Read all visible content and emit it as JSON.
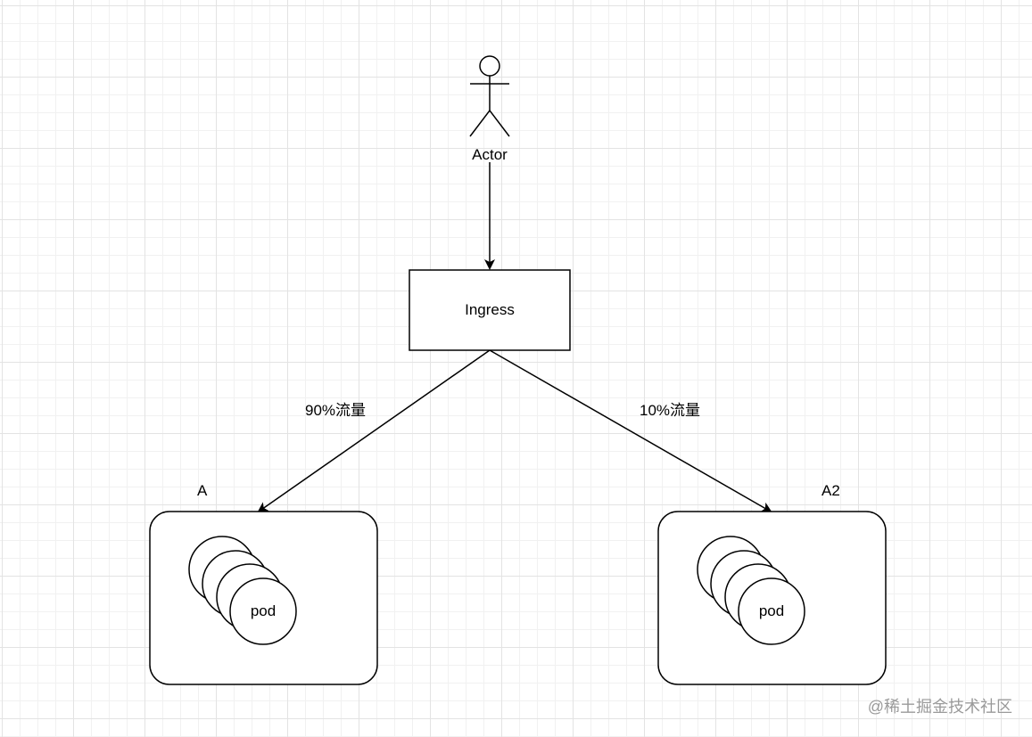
{
  "diagram": {
    "actor_label": "Actor",
    "ingress_label": "Ingress",
    "edge_left_label": "90%流量",
    "edge_right_label": "10%流量",
    "group_left_title": "A",
    "group_right_title": "A2",
    "pod_label": "pod"
  },
  "watermark": "@稀土掘金技术社区"
}
